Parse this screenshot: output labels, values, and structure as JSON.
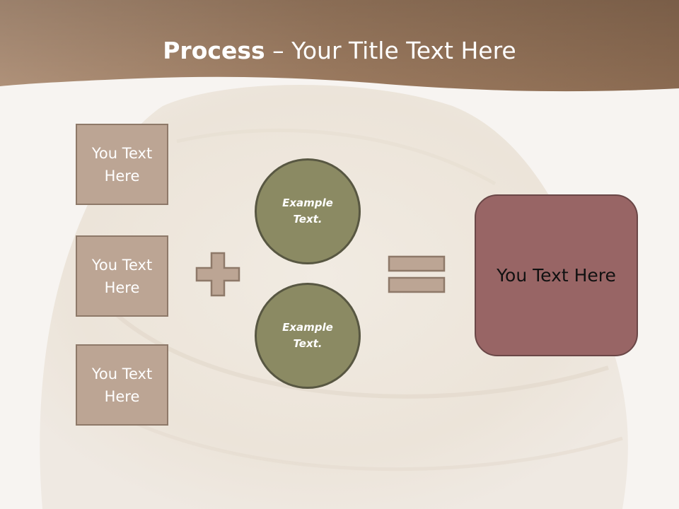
{
  "slide": {
    "title_bold": "Process",
    "title_rest": " – Your Title Text Here",
    "left_boxes": [
      {
        "label": "You Text Here"
      },
      {
        "label": "You Text Here"
      },
      {
        "label": "You Text Here"
      }
    ],
    "circles": [
      {
        "label": "Example Text."
      },
      {
        "label": "Example Text."
      }
    ],
    "result_label": "You Text Here"
  },
  "colors": {
    "header": "#9b7a5f",
    "box_fill": "#bca594",
    "circle_fill": "#8b8a63",
    "result_fill": "#986565"
  },
  "icons": {
    "plus": "plus-icon",
    "equals": "equals-icon"
  }
}
